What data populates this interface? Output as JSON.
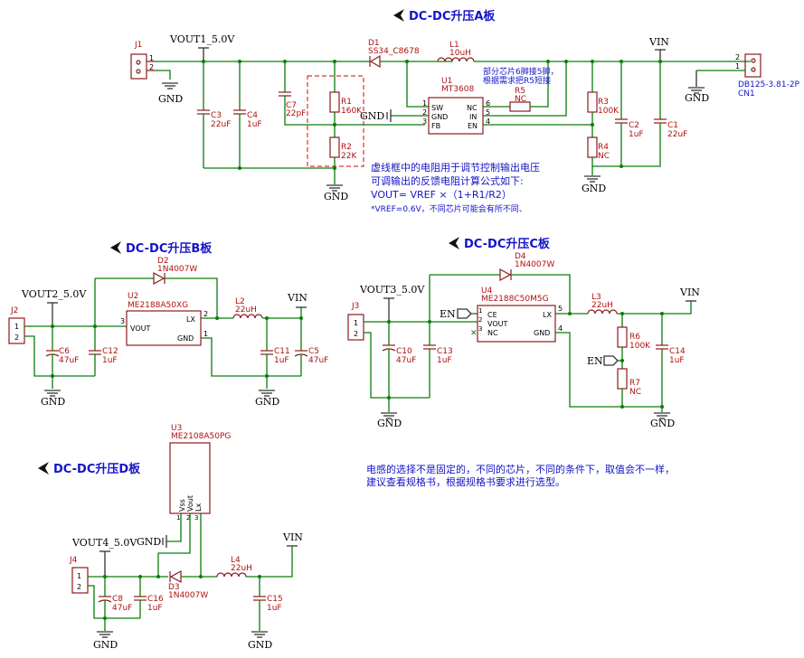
{
  "titles": {
    "a": "DC-DC升压A板",
    "b": "DC-DC升压B板",
    "c": "DC-DC升压C板",
    "d": "DC-DC升压D板"
  },
  "nets": {
    "gnd": "GND",
    "vin": "VIN",
    "vout1": "VOUT1_5.0V",
    "vout2": "VOUT2_5.0V",
    "vout3": "VOUT3_5.0V",
    "vout4": "VOUT4_5.0V",
    "en": "EN"
  },
  "board_a": {
    "j1": "J1",
    "j1_pin1": "1",
    "j1_pin2": "2",
    "cn1_ref": "CN1",
    "cn1_val": "DB125-3.81-2P",
    "cn1_pin1": "1",
    "cn1_pin2": "2",
    "d1_ref": "D1",
    "d1_val": "SS34_C8678",
    "l1_ref": "L1",
    "l1_val": "10uH",
    "u1_ref": "U1",
    "u1_val": "MT3608",
    "u1_pins": {
      "sw": "SW",
      "gnd": "GND",
      "fb": "FB",
      "nc": "NC",
      "in": "IN",
      "en": "EN",
      "p1": "1",
      "p2": "2",
      "p3": "3",
      "p4": "4",
      "p5": "5",
      "p6": "6"
    },
    "r5_ref": "R5",
    "r5_val": "NC",
    "r1_ref": "R1",
    "r1_val": "160K",
    "r2_ref": "R2",
    "r2_val": "22K",
    "r3_ref": "R3",
    "r3_val": "100K",
    "r4_ref": "R4",
    "r4_val": "NC",
    "c1_ref": "C1",
    "c1_val": "22uF",
    "c2_ref": "C2",
    "c2_val": "1uF",
    "c3_ref": "C3",
    "c3_val": "22uF",
    "c4_ref": "C4",
    "c4_val": "1uF",
    "c7_ref": "C7",
    "c7_val": "22pF",
    "note_pin": [
      "部分芯片6脚接5脚，",
      "根据需求把R5短接"
    ],
    "note_fb": [
      "虚线框中的电阻用于调节控制输出电压",
      "可调输出的反馈电阻计算公式如下:",
      "VOUT= VREF ×（1+R1/R2）",
      "*VREF=0.6V，不同芯片可能会有所不同、"
    ]
  },
  "board_b": {
    "j2": "J2",
    "j2_pin1": "1",
    "j2_pin2": "2",
    "d2_ref": "D2",
    "d2_val": "1N4007W",
    "u2_ref": "U2",
    "u2_val": "ME2188A50XG",
    "u2_pins": {
      "vout": "VOUT",
      "lx": "LX",
      "gnd": "GND",
      "p1": "1",
      "p2": "2",
      "p3": "3"
    },
    "l2_ref": "L2",
    "l2_val": "22uH",
    "c5_ref": "C5",
    "c5_val": "47uF",
    "c6_ref": "C6",
    "c6_val": "47uF",
    "c11_ref": "C11",
    "c11_val": "1uF",
    "c12_ref": "C12",
    "c12_val": "1uF"
  },
  "board_c": {
    "j3": "J3",
    "j3_pin1": "1",
    "j3_pin2": "2",
    "d4_ref": "D4",
    "d4_val": "1N4007W",
    "u4_ref": "U4",
    "u4_val": "ME2188C50M5G",
    "u4_pins": {
      "ce": "CE",
      "vout": "VOUT",
      "nc": "NC",
      "lx": "LX",
      "gnd": "GND",
      "p1": "1",
      "p2": "2",
      "p3": "3",
      "p4": "4",
      "p5": "5"
    },
    "l3_ref": "L3",
    "l3_val": "22uH",
    "r6_ref": "R6",
    "r6_val": "100K",
    "r7_ref": "R7",
    "r7_val": "NC",
    "c10_ref": "C10",
    "c10_val": "47uF",
    "c13_ref": "C13",
    "c13_val": "1uF",
    "c14_ref": "C14",
    "c14_val": "1uF"
  },
  "board_d": {
    "j4": "J4",
    "j4_pin1": "1",
    "j4_pin2": "2",
    "u3_ref": "U3",
    "u3_val": "ME2108A50PG",
    "u3_pins": {
      "vss": "Vss",
      "vout": "Vout",
      "lx": "Lx",
      "p1": "1",
      "p2": "2",
      "p3": "3"
    },
    "d3_ref": "D3",
    "d3_val": "1N4007W",
    "l4_ref": "L4",
    "l4_val": "22uH",
    "c8_ref": "C8",
    "c8_val": "47uF",
    "c15_ref": "C15",
    "c15_val": "1uF",
    "c16_ref": "C16",
    "c16_val": "1uF"
  },
  "notes": {
    "inductor": [
      "电感的选择不是固定的，不同的芯片，不同的条件下，取值会不一样，",
      "建议查看规格书，根据规格书要求进行选型。"
    ]
  }
}
